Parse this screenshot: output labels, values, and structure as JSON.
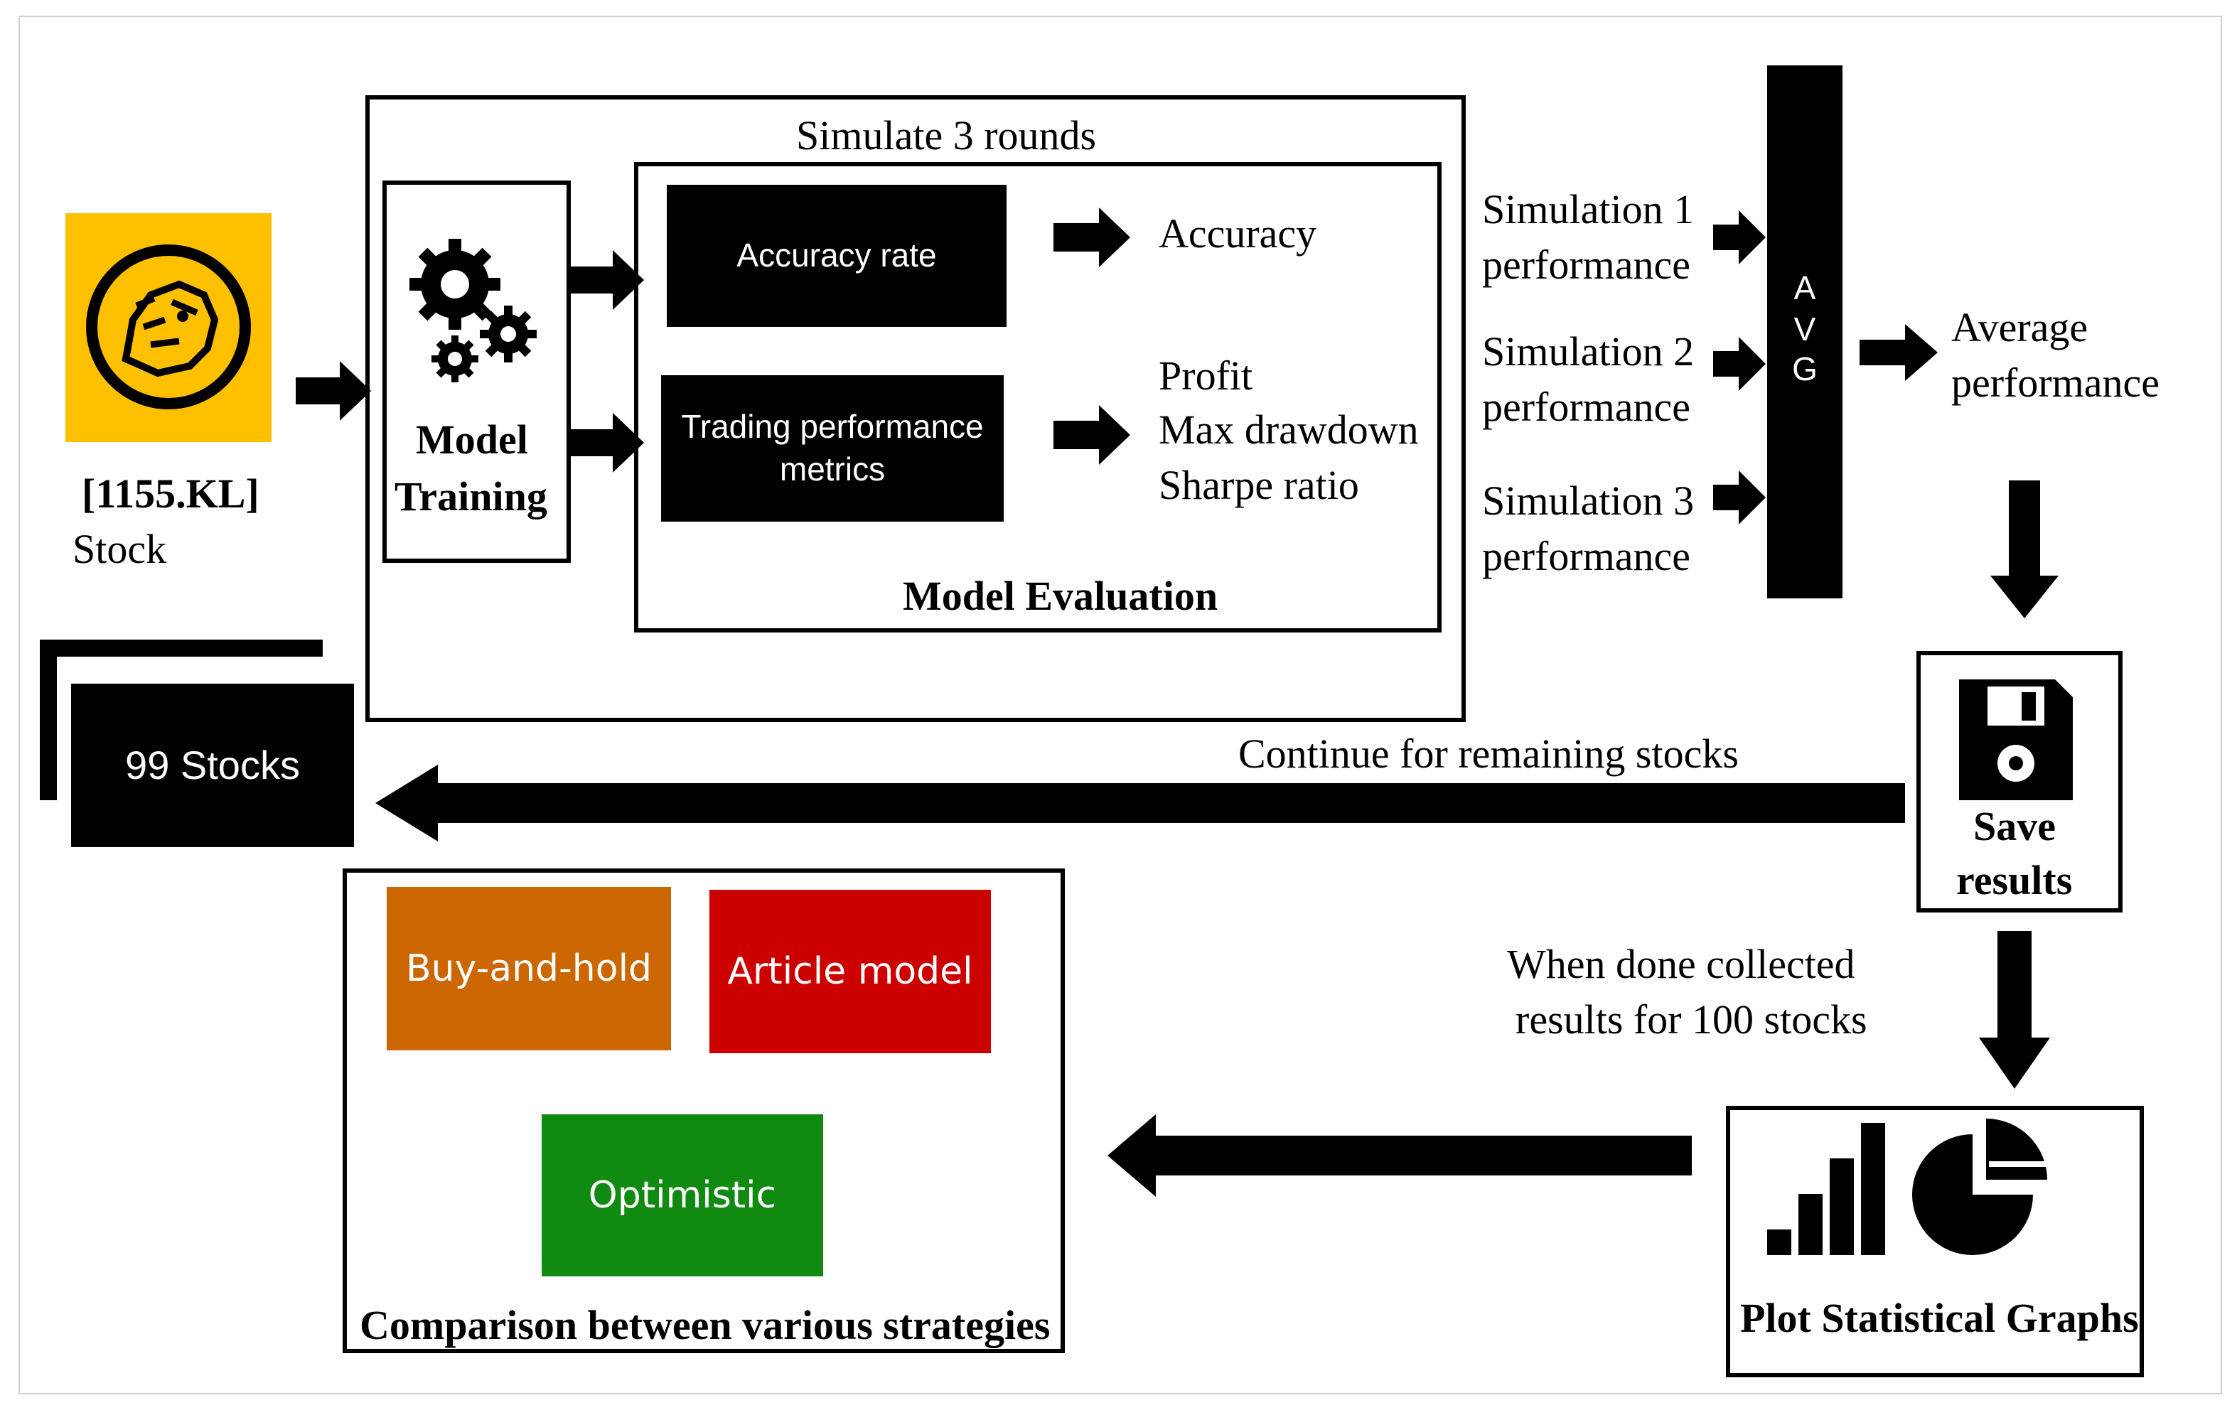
{
  "stock": {
    "ticker": "[1155.KL]",
    "label": "Stock",
    "logo_color": "#FFC000"
  },
  "remaining_stocks": "99 Stocks",
  "simulate": {
    "title": "Simulate 3 rounds"
  },
  "training": {
    "line1": "Model",
    "line2": "Training",
    "icon": "gears-icon"
  },
  "evaluation": {
    "title": "Model Evaluation",
    "accuracy_box": "Accuracy rate",
    "trading_box_line1": "Trading performance",
    "trading_box_line2": "metrics",
    "accuracy_out": "Accuracy",
    "trading_out": [
      "Profit",
      "Max drawdown",
      "Sharpe ratio"
    ]
  },
  "simulations": [
    {
      "line1": "Simulation 1",
      "line2": "performance"
    },
    {
      "line1": "Simulation 2",
      "line2": "performance"
    },
    {
      "line1": "Simulation 3",
      "line2": "performance"
    }
  ],
  "avg": {
    "letters": [
      "A",
      "V",
      "G"
    ]
  },
  "average": {
    "line1": "Average",
    "line2": "performance"
  },
  "save": {
    "line1": "Save",
    "line2": "results",
    "icon": "floppy-disk-icon"
  },
  "continue_label": "Continue for remaining stocks",
  "done": {
    "line1": "When  done collected",
    "line2": "results for 100 stocks"
  },
  "plot": {
    "label": "Plot Statistical Graphs",
    "icons": [
      "bar-chart-icon",
      "pie-chart-icon"
    ]
  },
  "comparison": {
    "title": "Comparison between various strategies",
    "strategies": [
      {
        "name": "Buy-and-hold",
        "color": "#CC6600"
      },
      {
        "name": "Article model",
        "color": "#CC0000"
      },
      {
        "name": "Optimistic",
        "color": "#108A10"
      }
    ]
  }
}
